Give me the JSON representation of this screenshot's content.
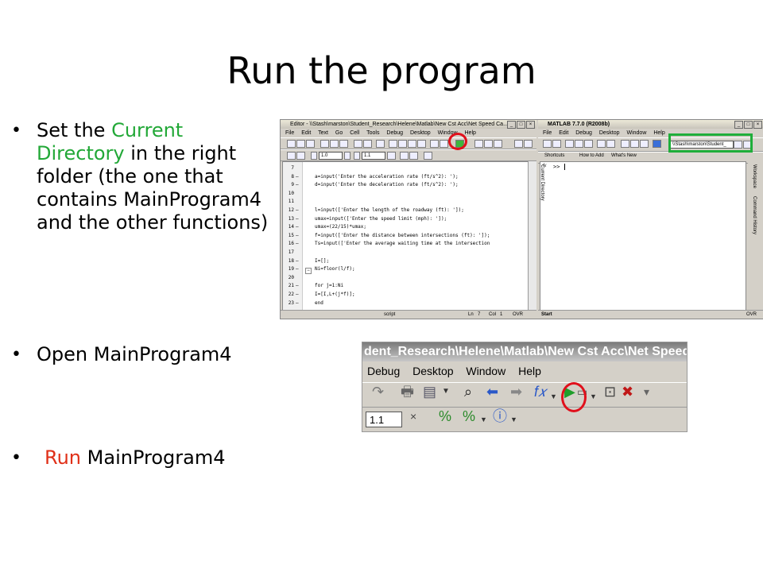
{
  "slide": {
    "title": "Run the program",
    "bullets": [
      {
        "parts": [
          "Set the ",
          "Current Directory",
          " in the right folder (the one that contains MainProgram4 and the other functions)"
        ]
      },
      {
        "text": "Open MainProgram4"
      },
      {
        "parts": [
          "Run",
          " MainProgram4"
        ]
      }
    ]
  },
  "colors": {
    "highlight_green": "#22a837",
    "highlight_red": "#e03018",
    "annotation_circle": "#e0101c",
    "annotation_rect": "#1fae3a"
  },
  "editor": {
    "title": "Editor - \\\\Stash\\marston\\Student_Research\\Helene\\Matlab\\New Cst Acc\\Net Speed Ca...",
    "menu": [
      "File",
      "Edit",
      "Text",
      "Go",
      "Cell",
      "Tools",
      "Debug",
      "Desktop",
      "Window",
      "Help"
    ],
    "zoom_values": [
      "1.0",
      "1.1"
    ],
    "code_lines": [
      {
        "n": "7",
        "d": "",
        "code": ""
      },
      {
        "n": "8",
        "d": "–",
        "code": "a=input('Enter the acceleration rate (ft/s^2): ');"
      },
      {
        "n": "9",
        "d": "–",
        "code": "d=input('Enter the deceleration rate (ft/s^2): ');"
      },
      {
        "n": "10",
        "d": "",
        "code": ""
      },
      {
        "n": "11",
        "d": "",
        "code": ""
      },
      {
        "n": "12",
        "d": "–",
        "code": "l=input(['Enter the length of the roadway (ft): ']);"
      },
      {
        "n": "13",
        "d": "–",
        "code": "umax=input(['Enter the speed limit (mph): ']);"
      },
      {
        "n": "14",
        "d": "–",
        "code": "umax=(22/15)*umax;"
      },
      {
        "n": "15",
        "d": "–",
        "code": "f=input(['Enter the distance between intersections (ft): ']);"
      },
      {
        "n": "16",
        "d": "–",
        "code": "Ts=input(['Enter the average waiting time at the intersection"
      },
      {
        "n": "17",
        "d": "",
        "code": ""
      },
      {
        "n": "18",
        "d": "–",
        "code": "I=[];"
      },
      {
        "n": "19",
        "d": "–",
        "code": "Ni=floor(l/f);"
      },
      {
        "n": "20",
        "d": "",
        "code": ""
      },
      {
        "n": "21",
        "d": "–",
        "code": "for j=1:Ni"
      },
      {
        "n": "22",
        "d": "–",
        "code": "    I=[I,L+(j*f)];"
      },
      {
        "n": "23",
        "d": "–",
        "code": "end"
      }
    ],
    "status": {
      "mode": "script",
      "ln_label": "Ln",
      "ln": "7",
      "col_label": "Col",
      "col": "1",
      "ovr": "OVR"
    }
  },
  "matlab": {
    "title": "MATLAB  7.7.0 (R2008b)",
    "menu": [
      "File",
      "Edit",
      "Debug",
      "Desktop",
      "Window",
      "Help"
    ],
    "current_dir": "\\\\Stash\\marston\\Student_",
    "shortcuts": [
      "Shortcuts",
      "How to Add",
      "What's New"
    ],
    "prompt": ">>",
    "fx": "fx",
    "side_tabs": [
      "Current Directory",
      "Workspace",
      "Command History"
    ],
    "start": "Start",
    "ovr": "OVR"
  },
  "zoomed": {
    "title": "dent_Research\\Helene\\Matlab\\New Cst Acc\\Net Speed Calc...",
    "menu": [
      "Debug",
      "Desktop",
      "Window",
      "Help"
    ],
    "zoom_value": "1.1",
    "close_x": "×"
  }
}
